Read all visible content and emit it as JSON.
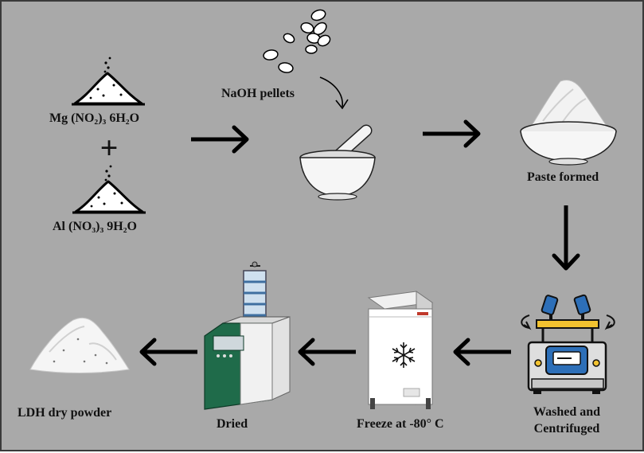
{
  "labels": {
    "mg_nitrate": "Mg (NO₂)₃ 6H₂O",
    "plus": "+",
    "al_nitrate": "Al (NO₃)₃ 9H₂O",
    "naoh": "NaOH pellets",
    "paste": "Paste formed",
    "washed_line1": "Washed and",
    "washed_line2": "Centrifuged",
    "freeze": "Freeze at -80° C",
    "dried": "Dried",
    "ldh": "LDH dry powder"
  },
  "colors": {
    "background": "#a9a9a9",
    "arrow": "#000000",
    "dryer_green": "#1f6b4a",
    "centrifuge_blue": "#2d6fb8",
    "centrifuge_yellow": "#f2c230",
    "freezer_body": "#ffffff"
  },
  "icons": [
    "powder-pile-icon",
    "naoh-pellets-icon",
    "mortar-pestle-icon",
    "paste-bowl-icon",
    "centrifuge-icon",
    "freezer-icon",
    "snowflake-icon",
    "freeze-dryer-icon",
    "ldh-powder-icon"
  ]
}
